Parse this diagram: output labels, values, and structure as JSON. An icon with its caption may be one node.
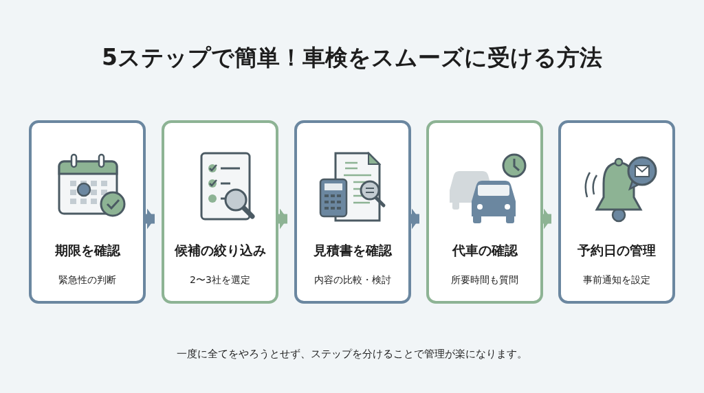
{
  "diagram": {
    "title": "5ステップで簡単！車検をスムーズに受ける方法",
    "nodes": [
      {
        "text": [
          "期限を確認",
          "緊急性の判断"
        ]
      },
      {
        "text": [
          "候補の絞り込み",
          "2〜3社を選定"
        ]
      },
      {
        "text": [
          "見積書を確認",
          "内容の比較・検討"
        ]
      },
      {
        "text": [
          "代車の確認",
          "所要時間も質問"
        ]
      },
      {
        "text": [
          "予約日の管理",
          "事前通知を設定"
        ]
      }
    ],
    "edges": [
      {
        "from": 0,
        "to": 1,
        "arrow": "to",
        "color": "#6b87a0"
      },
      {
        "from": 1,
        "to": 2,
        "arrow": "to",
        "color": "#8db394"
      },
      {
        "from": 2,
        "to": 3,
        "arrow": "to",
        "color": "#6b87a0"
      },
      {
        "from": 3,
        "to": 4,
        "arrow": "to",
        "color": "#8db394"
      }
    ],
    "caption": "一度に全てをやろうとせず、ステップを分けることで管理が楽になります。"
  }
}
